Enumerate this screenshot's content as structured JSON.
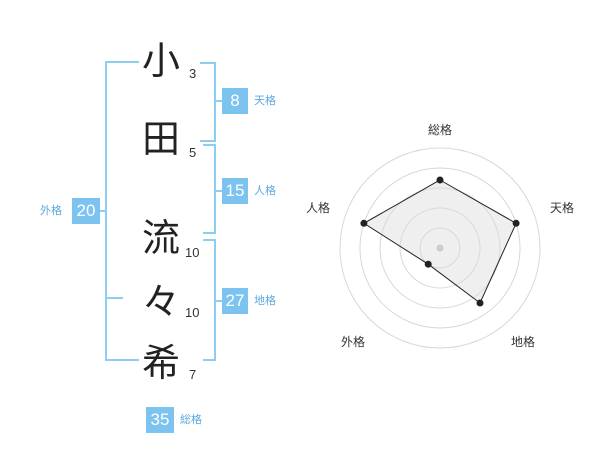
{
  "name_chars": [
    {
      "char": "小",
      "strokes": "3"
    },
    {
      "char": "田",
      "strokes": "5"
    },
    {
      "char": "流",
      "strokes": "10"
    },
    {
      "char": "々",
      "strokes": "10"
    },
    {
      "char": "希",
      "strokes": "7"
    }
  ],
  "fortunes": {
    "tenkaku": {
      "value": "8",
      "label": "天格"
    },
    "jinkaku": {
      "value": "15",
      "label": "人格"
    },
    "chikaku": {
      "value": "27",
      "label": "地格"
    },
    "gaikaku": {
      "value": "20",
      "label": "外格"
    },
    "soukaku": {
      "value": "35",
      "label": "総格"
    }
  },
  "colors": {
    "accent": "#7cc4ef",
    "bracket": "#8ccdf2",
    "text": "#222222"
  },
  "chart_data": {
    "type": "radar",
    "axes": [
      "総格",
      "天格",
      "地格",
      "外格",
      "人格"
    ],
    "values": [
      0.68,
      0.8,
      0.68,
      0.2,
      0.8
    ],
    "rings": 5,
    "grid": true
  }
}
